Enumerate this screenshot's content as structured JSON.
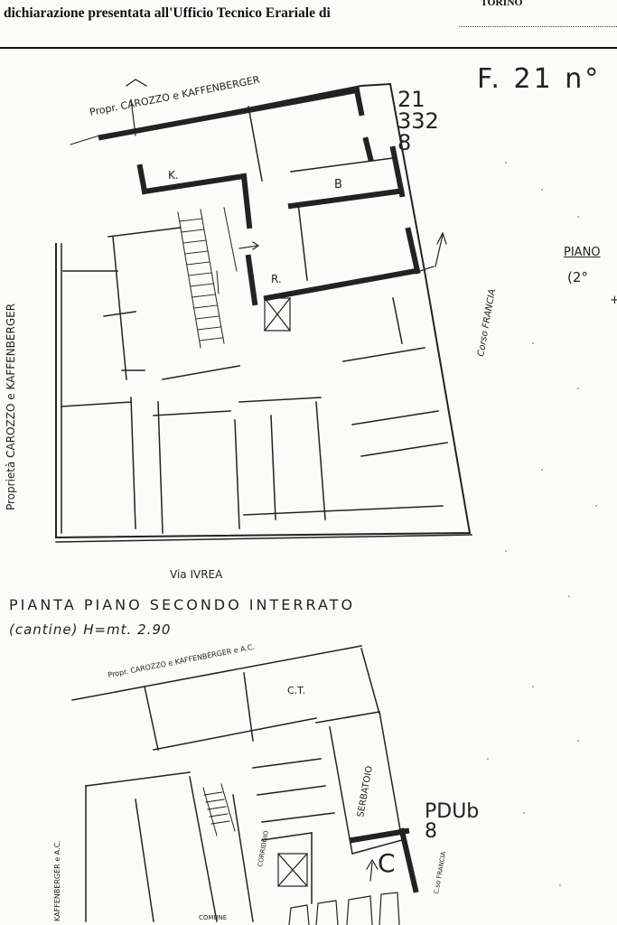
{
  "header": {
    "declaration": "dichiarazione presentata all'Ufficio Tecnico Erariale di",
    "city": "TORINO"
  },
  "annotations": {
    "folio": "F. 21 n°",
    "sheet_numbers": [
      "21",
      "332",
      "8"
    ],
    "sub_numbers": [
      "PDUb",
      "8"
    ],
    "right_title": "PIANO",
    "right_sub": "(2°",
    "right_plus": "+"
  },
  "plan_first": {
    "owner_top": "Propr. CAROZZO e KAFFENBERGER",
    "owner_left": "Proprietà CAROZZO e KAFFENBERGER",
    "street_right": "Corso FRANCIA",
    "street_bottom": "Via IVREA",
    "room_k": "K.",
    "room_b": "B",
    "room_r": "R."
  },
  "plan_second": {
    "title": "PIANTA PIANO SECONDO INTERRATO",
    "subtitle": "(cantine) H=mt. 2.90",
    "owner_top": "Propr. CAROZZO e KAFFENBERGER e A.C.",
    "owner_left": "KAFFENBERGER e A.C.",
    "room_ct": "C.T.",
    "tank": "SERBATOIO",
    "corridor": "CORRIDOIO",
    "common": "COMUNE",
    "room_c": "C",
    "street_right": "C.so FRANCIA"
  }
}
